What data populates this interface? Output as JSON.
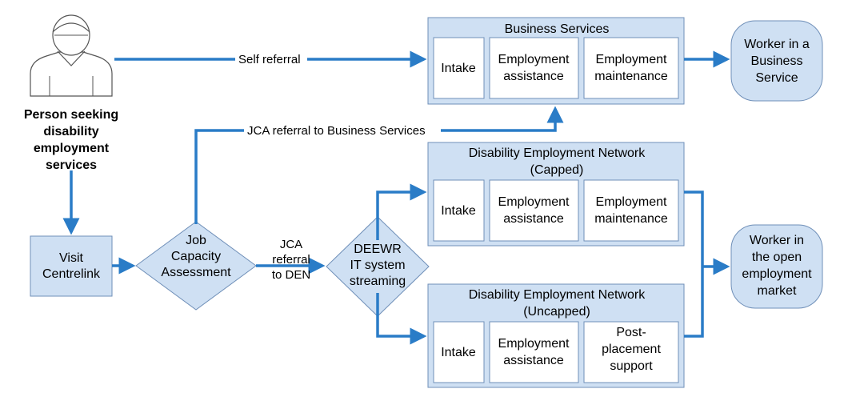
{
  "person": {
    "label_lines": [
      "Person seeking",
      "disability",
      "employment",
      "services"
    ]
  },
  "centrelink": {
    "label_lines": [
      "Visit",
      "Centrelink"
    ]
  },
  "jca": {
    "label_lines": [
      "Job",
      "Capacity",
      "Assessment"
    ]
  },
  "deewr": {
    "label_lines": [
      "DEEWR",
      "IT system",
      "streaming"
    ]
  },
  "edges": {
    "self_referral": "Self referral",
    "jca_business": "JCA referral to Business Services",
    "jca_den_lines": [
      "JCA",
      "referral",
      "to DEN"
    ]
  },
  "business_services": {
    "title": "Business Services",
    "steps": [
      {
        "lines": [
          "Intake"
        ]
      },
      {
        "lines": [
          "Employment",
          "assistance"
        ]
      },
      {
        "lines": [
          "Employment",
          "maintenance"
        ]
      }
    ]
  },
  "den_capped": {
    "title_lines": [
      "Disability Employment Network",
      "(Capped)"
    ],
    "steps": [
      {
        "lines": [
          "Intake"
        ]
      },
      {
        "lines": [
          "Employment",
          "assistance"
        ]
      },
      {
        "lines": [
          "Employment",
          "maintenance"
        ]
      }
    ]
  },
  "den_uncapped": {
    "title_lines": [
      "Disability Employment Network",
      "(Uncapped)"
    ],
    "steps": [
      {
        "lines": [
          "Intake"
        ]
      },
      {
        "lines": [
          "Employment",
          "assistance"
        ]
      },
      {
        "lines": [
          "Post-",
          "placement",
          "support"
        ]
      }
    ]
  },
  "outcomes": {
    "business_worker_lines": [
      "Worker in a",
      "Business",
      "Service"
    ],
    "open_market_worker_lines": [
      "Worker in",
      "the open",
      "employment",
      "market"
    ]
  },
  "colors": {
    "arrow": "#2a7cc7",
    "box": "#cfe0f3",
    "border": "#6f8fb8"
  }
}
